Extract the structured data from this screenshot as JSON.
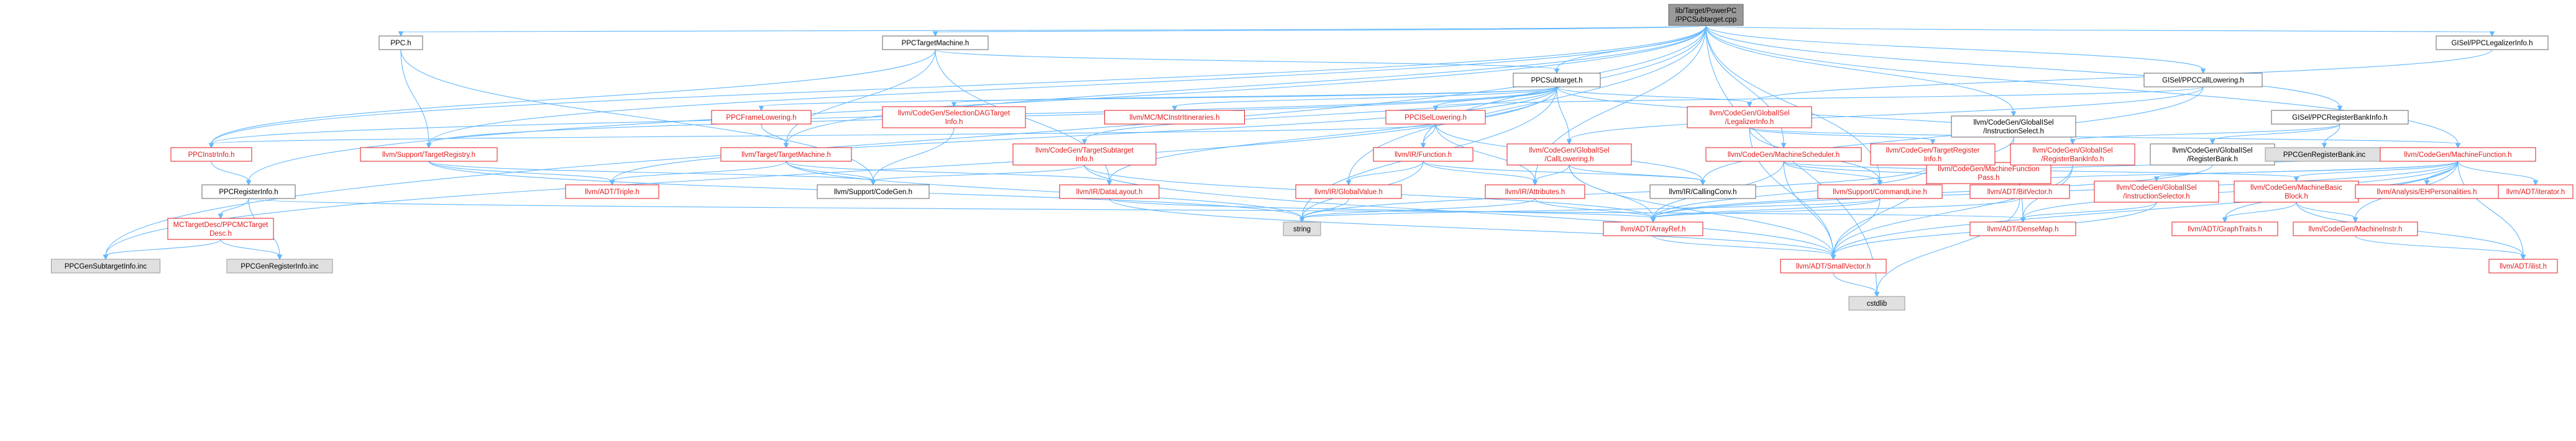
{
  "colors": {
    "edge": "#63b8ff",
    "root_fill": "#999999",
    "missing_fill": "#e0e0e0",
    "missing_stroke": "#999999",
    "normal_fill": "#ffffff",
    "normal_stroke": "#666666",
    "red_stroke": "#e41a1c",
    "red_text": "#e41a1c",
    "text": "#000000"
  },
  "nodes": [
    {
      "id": "root",
      "lines": [
        "lib/Target/PowerPC",
        "/PPCSubtarget.cpp"
      ],
      "kind": "root"
    },
    {
      "id": "ppch",
      "lines": [
        "PPC.h"
      ],
      "kind": "normal"
    },
    {
      "id": "ppctm",
      "lines": [
        "PPCTargetMachine.h"
      ],
      "kind": "normal"
    },
    {
      "id": "ppcsub",
      "lines": [
        "PPCSubtarget.h"
      ],
      "kind": "normal"
    },
    {
      "id": "gcall",
      "lines": [
        "GISel/PPCCallLowering.h"
      ],
      "kind": "normal"
    },
    {
      "id": "glegal",
      "lines": [
        "GISel/PPCLegalizerInfo.h"
      ],
      "kind": "normal"
    },
    {
      "id": "gregbank",
      "lines": [
        "GISel/PPCRegisterBankInfo.h"
      ],
      "kind": "normal"
    },
    {
      "id": "ginstsel",
      "lines": [
        "llvm/CodeGen/GlobalISel",
        "/InstructionSelect.h"
      ],
      "kind": "normal"
    },
    {
      "id": "mfpass",
      "lines": [
        "llvm/CodeGen/MachineFunction",
        "Pass.h"
      ],
      "kind": "red"
    },
    {
      "id": "ppcfl",
      "lines": [
        "PPCFrameLowering.h"
      ],
      "kind": "red"
    },
    {
      "id": "sdagti",
      "lines": [
        "llvm/CodeGen/SelectionDAGTarget",
        "Info.h"
      ],
      "kind": "red"
    },
    {
      "id": "mcitin",
      "lines": [
        "llvm/MC/MCInstrItineraries.h"
      ],
      "kind": "red"
    },
    {
      "id": "ppcisel",
      "lines": [
        "PPCISelLowering.h"
      ],
      "kind": "red"
    },
    {
      "id": "glegalinfo",
      "lines": [
        "llvm/CodeGen/GlobalISel",
        "/LegalizerInfo.h"
      ],
      "kind": "red"
    },
    {
      "id": "ppcinstr",
      "lines": [
        "PPCInstrInfo.h"
      ],
      "kind": "red"
    },
    {
      "id": "treg",
      "lines": [
        "llvm/Support/TargetRegistry.h"
      ],
      "kind": "red"
    },
    {
      "id": "ttm",
      "lines": [
        "llvm/Target/TargetMachine.h"
      ],
      "kind": "red"
    },
    {
      "id": "tsub",
      "lines": [
        "llvm/CodeGen/TargetSubtarget",
        "Info.h"
      ],
      "kind": "red"
    },
    {
      "id": "irfunc",
      "lines": [
        "llvm/IR/Function.h"
      ],
      "kind": "red"
    },
    {
      "id": "gcallcl",
      "lines": [
        "llvm/CodeGen/GlobalISel",
        "/CallLowering.h"
      ],
      "kind": "red"
    },
    {
      "id": "msched",
      "lines": [
        "llvm/CodeGen/MachineScheduler.h"
      ],
      "kind": "red"
    },
    {
      "id": "treginfo",
      "lines": [
        "llvm/CodeGen/TargetRegister",
        "Info.h"
      ],
      "kind": "red"
    },
    {
      "id": "gregbankinfo",
      "lines": [
        "llvm/CodeGen/GlobalISel",
        "/RegisterBankInfo.h"
      ],
      "kind": "red"
    },
    {
      "id": "gregbank2",
      "lines": [
        "llvm/CodeGen/GlobalISel",
        "/RegisterBank.h"
      ],
      "kind": "normal"
    },
    {
      "id": "genregbank",
      "lines": [
        "PPCGenRegisterBank.inc"
      ],
      "kind": "missing"
    },
    {
      "id": "mfunc",
      "lines": [
        "llvm/CodeGen/MachineFunction.h"
      ],
      "kind": "red"
    },
    {
      "id": "ppcreg",
      "lines": [
        "PPCRegisterInfo.h"
      ],
      "kind": "normal"
    },
    {
      "id": "triple",
      "lines": [
        "llvm/ADT/Triple.h"
      ],
      "kind": "red"
    },
    {
      "id": "codegen",
      "lines": [
        "llvm/Support/CodeGen.h"
      ],
      "kind": "normal"
    },
    {
      "id": "dlayout",
      "lines": [
        "llvm/IR/DataLayout.h"
      ],
      "kind": "red"
    },
    {
      "id": "gvalue",
      "lines": [
        "llvm/IR/GlobalValue.h"
      ],
      "kind": "red"
    },
    {
      "id": "attrs",
      "lines": [
        "llvm/IR/Attributes.h"
      ],
      "kind": "red"
    },
    {
      "id": "callconv",
      "lines": [
        "llvm/IR/CallingConv.h"
      ],
      "kind": "normal"
    },
    {
      "id": "cmdline",
      "lines": [
        "llvm/Support/CommandLine.h"
      ],
      "kind": "red"
    },
    {
      "id": "bitvec",
      "lines": [
        "llvm/ADT/BitVector.h"
      ],
      "kind": "red"
    },
    {
      "id": "ginstselor",
      "lines": [
        "llvm/CodeGen/GlobalISel",
        "/InstructionSelector.h"
      ],
      "kind": "red"
    },
    {
      "id": "mbb",
      "lines": [
        "llvm/CodeGen/MachineBasic",
        "Block.h"
      ],
      "kind": "red"
    },
    {
      "id": "ehpers",
      "lines": [
        "llvm/Analysis/EHPersonalities.h"
      ],
      "kind": "red"
    },
    {
      "id": "iterator",
      "lines": [
        "llvm/ADT/iterator.h"
      ],
      "kind": "red"
    },
    {
      "id": "mcdesc",
      "lines": [
        "MCTargetDesc/PPCMCTarget",
        "Desc.h"
      ],
      "kind": "red"
    },
    {
      "id": "string",
      "lines": [
        "string"
      ],
      "kind": "missing"
    },
    {
      "id": "arrayref",
      "lines": [
        "llvm/ADT/ArrayRef.h"
      ],
      "kind": "red"
    },
    {
      "id": "densemap",
      "lines": [
        "llvm/ADT/DenseMap.h"
      ],
      "kind": "red"
    },
    {
      "id": "graphtraits",
      "lines": [
        "llvm/ADT/GraphTraits.h"
      ],
      "kind": "red"
    },
    {
      "id": "minstr",
      "lines": [
        "llvm/CodeGen/MachineInstr.h"
      ],
      "kind": "red"
    },
    {
      "id": "gensubinfo",
      "lines": [
        "PPCGenSubtargetInfo.inc"
      ],
      "kind": "missing"
    },
    {
      "id": "genreginfo",
      "lines": [
        "PPCGenRegisterInfo.inc"
      ],
      "kind": "missing"
    },
    {
      "id": "smallvec",
      "lines": [
        "llvm/ADT/SmallVector.h"
      ],
      "kind": "red"
    },
    {
      "id": "ilist",
      "lines": [
        "llvm/ADT/ilist.h"
      ],
      "kind": "red"
    },
    {
      "id": "cstdlib",
      "lines": [
        "cstdlib"
      ],
      "kind": "missing"
    }
  ],
  "edges": [
    [
      "root",
      "ppch"
    ],
    [
      "root",
      "ppctm"
    ],
    [
      "root",
      "ppcsub"
    ],
    [
      "root",
      "gcall"
    ],
    [
      "root",
      "glegal"
    ],
    [
      "root",
      "gregbank"
    ],
    [
      "root",
      "ginstsel"
    ],
    [
      "root",
      "mfunc"
    ],
    [
      "root",
      "treg"
    ],
    [
      "root",
      "ttm"
    ],
    [
      "root",
      "ppcinstr"
    ],
    [
      "root",
      "ppcreg"
    ],
    [
      "root",
      "gensubinfo"
    ],
    [
      "root",
      "cstdlib"
    ],
    [
      "root",
      "irfunc"
    ],
    [
      "root",
      "gvalue"
    ],
    [
      "root",
      "attrs"
    ],
    [
      "root",
      "cmdline"
    ],
    [
      "root",
      "msched"
    ],
    [
      "ppch",
      "codegen"
    ],
    [
      "ppch",
      "treg"
    ],
    [
      "ppctm",
      "ppcsub"
    ],
    [
      "ppctm",
      "ppcinstr"
    ],
    [
      "ppctm",
      "dlayout"
    ],
    [
      "ppctm",
      "ttm"
    ],
    [
      "ppcsub",
      "ppcfl"
    ],
    [
      "ppcsub",
      "sdagti"
    ],
    [
      "ppcsub",
      "mcitin"
    ],
    [
      "ppcsub",
      "ppcisel"
    ],
    [
      "ppcsub",
      "glegalinfo"
    ],
    [
      "ppcsub",
      "ppcinstr"
    ],
    [
      "ppcsub",
      "treg"
    ],
    [
      "ppcsub",
      "tsub"
    ],
    [
      "ppcsub",
      "gensubinfo"
    ],
    [
      "ppcsub",
      "dlayout"
    ],
    [
      "ppcsub",
      "string"
    ],
    [
      "ppcsub",
      "gcallcl"
    ],
    [
      "ppcsub",
      "gregbankinfo"
    ],
    [
      "ppcsub",
      "triple"
    ],
    [
      "gcall",
      "gcallcl"
    ],
    [
      "gcall",
      "callconv"
    ],
    [
      "gcall",
      "ppcisel"
    ],
    [
      "glegal",
      "glegalinfo"
    ],
    [
      "gregbank",
      "gregbankinfo"
    ],
    [
      "gregbank",
      "gregbank2"
    ],
    [
      "gregbank",
      "genregbank"
    ],
    [
      "ginstsel",
      "mfpass"
    ],
    [
      "ginstsel",
      "densemap"
    ],
    [
      "mfpass",
      "mfunc"
    ],
    [
      "ppcfl",
      "ttm"
    ],
    [
      "sdagti",
      "codegen"
    ],
    [
      "ppcisel",
      "irfunc"
    ],
    [
      "ppcisel",
      "attrs"
    ],
    [
      "ppcisel",
      "callconv"
    ],
    [
      "ppcisel",
      "ppcinstr"
    ],
    [
      "glegalinfo",
      "mfunc"
    ],
    [
      "glegalinfo",
      "cmdline"
    ],
    [
      "glegalinfo",
      "smallvec"
    ],
    [
      "glegalinfo",
      "treginfo"
    ],
    [
      "ppcinstr",
      "ppcreg"
    ],
    [
      "treg",
      "triple"
    ],
    [
      "treg",
      "codegen"
    ],
    [
      "treg",
      "string"
    ],
    [
      "ttm",
      "triple"
    ],
    [
      "ttm",
      "codegen"
    ],
    [
      "ttm",
      "dlayout"
    ],
    [
      "ttm",
      "string"
    ],
    [
      "tsub",
      "codegen"
    ],
    [
      "tsub",
      "arrayref"
    ],
    [
      "tsub",
      "smallvec"
    ],
    [
      "irfunc",
      "gvalue"
    ],
    [
      "irfunc",
      "attrs"
    ],
    [
      "irfunc",
      "callconv"
    ],
    [
      "irfunc",
      "string"
    ],
    [
      "gcallcl",
      "attrs"
    ],
    [
      "gcallcl",
      "callconv"
    ],
    [
      "gcallcl",
      "arrayref"
    ],
    [
      "gcallcl",
      "smallvec"
    ],
    [
      "msched",
      "cmdline"
    ],
    [
      "msched",
      "bitvec"
    ],
    [
      "msched",
      "arrayref"
    ],
    [
      "msched",
      "smallvec"
    ],
    [
      "msched",
      "mbb"
    ],
    [
      "treginfo",
      "smallvec"
    ],
    [
      "treginfo",
      "arrayref"
    ],
    [
      "treginfo",
      "string"
    ],
    [
      "gregbankinfo",
      "densemap"
    ],
    [
      "gregbankinfo",
      "smallvec"
    ],
    [
      "gregbank2",
      "arrayref"
    ],
    [
      "mfunc",
      "bitvec"
    ],
    [
      "mfunc",
      "ginstselor"
    ],
    [
      "mfunc",
      "mbb"
    ],
    [
      "mfunc",
      "ehpers"
    ],
    [
      "mfunc",
      "iterator"
    ],
    [
      "mfunc",
      "densemap"
    ],
    [
      "mfunc",
      "graphtraits"
    ],
    [
      "mfunc",
      "minstr"
    ],
    [
      "mfunc",
      "ilist"
    ],
    [
      "mfunc",
      "smallvec"
    ],
    [
      "mfunc",
      "arrayref"
    ],
    [
      "ppcreg",
      "mcdesc"
    ],
    [
      "ppcreg",
      "genreginfo"
    ],
    [
      "ppcreg",
      "densemap"
    ],
    [
      "dlayout",
      "arrayref"
    ],
    [
      "dlayout",
      "smallvec"
    ],
    [
      "gvalue",
      "string"
    ],
    [
      "attrs",
      "arrayref"
    ],
    [
      "attrs",
      "string"
    ],
    [
      "cmdline",
      "arrayref"
    ],
    [
      "cmdline",
      "smallvec"
    ],
    [
      "cmdline",
      "string"
    ],
    [
      "bitvec",
      "arrayref"
    ],
    [
      "bitvec",
      "cstdlib"
    ],
    [
      "ginstselor",
      "smallvec"
    ],
    [
      "ginstselor",
      "densemap"
    ],
    [
      "mbb",
      "graphtraits"
    ],
    [
      "mbb",
      "minstr"
    ],
    [
      "mbb",
      "ilist"
    ],
    [
      "mcdesc",
      "gensubinfo"
    ],
    [
      "mcdesc",
      "genreginfo"
    ],
    [
      "arrayref",
      "smallvec"
    ],
    [
      "minstr",
      "ilist"
    ],
    [
      "smallvec",
      "cstdlib"
    ]
  ]
}
